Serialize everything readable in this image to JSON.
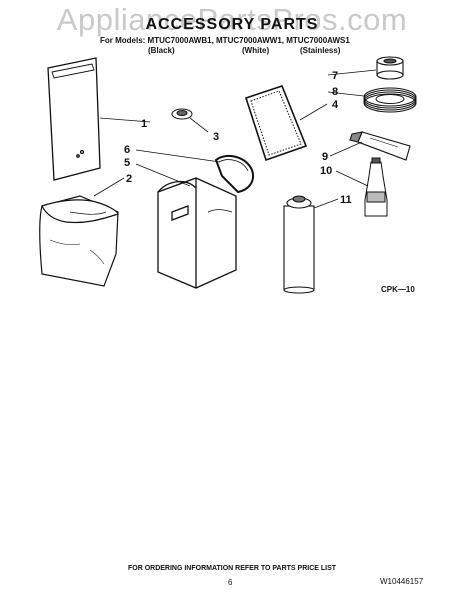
{
  "watermark": "AppliancePartsPros.com",
  "page_title": "ACCESSORY PARTS",
  "models_line": "For Models: MTUC7000AWB1, MTUC7000AWW1, MTUC7000AWS1",
  "variants": [
    "(Black)",
    "(White)",
    "(Stainless)"
  ],
  "callouts": [
    "1",
    "2",
    "3",
    "4",
    "5",
    "6",
    "7",
    "8",
    "9",
    "10",
    "11"
  ],
  "diagram_code": "CPK—10",
  "footer_note": "FOR ORDERING INFORMATION REFER TO PARTS PRICE LIST",
  "page_number": "6",
  "document_number": "W10446157"
}
